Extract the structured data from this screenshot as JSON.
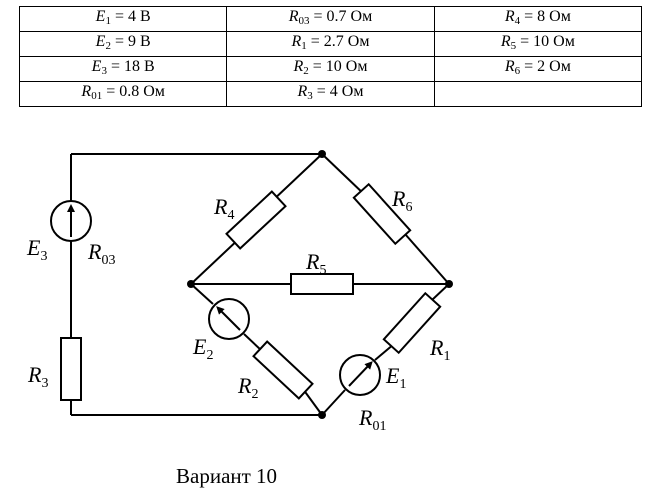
{
  "table": {
    "rows": [
      [
        {
          "sym": "E",
          "sub": "1",
          "val": " = 4 В"
        },
        {
          "sym": "R",
          "sub": "03",
          "val": " = 0.7 Ом"
        },
        {
          "sym": "R",
          "sub": "4",
          "val": " = 8 Ом"
        }
      ],
      [
        {
          "sym": "E",
          "sub": "2",
          "val": " = 9 В"
        },
        {
          "sym": "R",
          "sub": "1",
          "val": " = 2.7 Ом"
        },
        {
          "sym": "R",
          "sub": "5",
          "val": " = 10 Ом"
        }
      ],
      [
        {
          "sym": "E",
          "sub": "3",
          "val": " = 18 В"
        },
        {
          "sym": "R",
          "sub": "2",
          "val": " = 10 Ом"
        },
        {
          "sym": "R",
          "sub": "6",
          "val": " = 2 Ом"
        }
      ],
      [
        {
          "sym": "R",
          "sub": "01",
          "val": " = 0.8 Ом"
        },
        {
          "sym": "R",
          "sub": "3",
          "val": " = 4 Ом"
        },
        {
          "sym": "",
          "sub": "",
          "val": ""
        }
      ]
    ]
  },
  "labels": {
    "R4": {
      "main": "R",
      "sub": "4"
    },
    "R6": {
      "main": "R",
      "sub": "6"
    },
    "R5": {
      "main": "R",
      "sub": "5"
    },
    "R1": {
      "main": "R",
      "sub": "1"
    },
    "R2": {
      "main": "R",
      "sub": "2"
    },
    "R3": {
      "main": "R",
      "sub": "3"
    },
    "E1": {
      "main": "E",
      "sub": "1"
    },
    "E2": {
      "main": "E",
      "sub": "2"
    },
    "E3": {
      "main": "E",
      "sub": "3"
    },
    "R01": {
      "main": "R",
      "sub": "01"
    },
    "R03": {
      "main": "R",
      "sub": "03"
    }
  },
  "caption": "Вариант 10"
}
